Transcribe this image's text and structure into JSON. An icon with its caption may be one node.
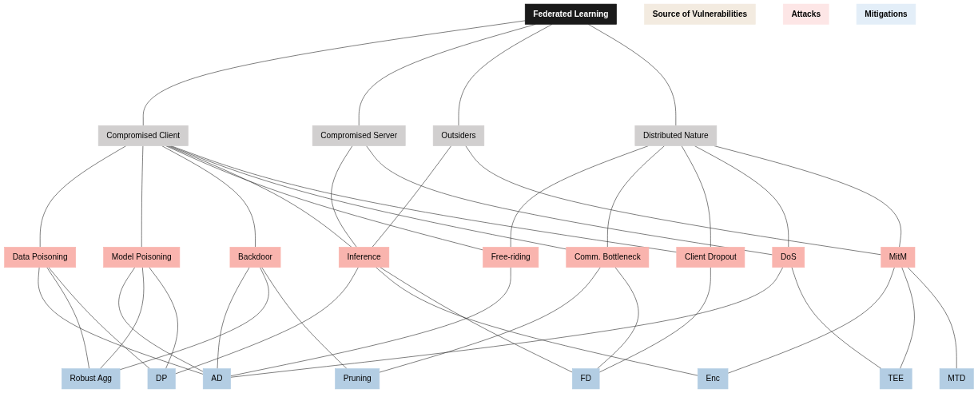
{
  "diagram": {
    "nodes": [
      {
        "text": [
          "Federated Learning"
        ]
      },
      {
        "text": [
          "Source of Vulnerabilities"
        ]
      },
      {
        "text": [
          "Compromised Client"
        ]
      },
      {
        "text": [
          "Compromised Server"
        ]
      },
      {
        "text": [
          "Outsiders"
        ]
      },
      {
        "text": [
          "Distributed Nature"
        ]
      },
      {
        "text": [
          "Attacks"
        ]
      },
      {
        "text": [
          "Data Poisoning"
        ]
      },
      {
        "text": [
          "Model Poisoning"
        ]
      },
      {
        "text": [
          "Backdoor"
        ]
      },
      {
        "text": [
          "Free-riding"
        ]
      },
      {
        "text": [
          "Inference"
        ]
      },
      {
        "text": [
          "Comm. Bottleneck"
        ]
      },
      {
        "text": [
          "Client Dropout"
        ]
      },
      {
        "text": [
          "DoS"
        ]
      },
      {
        "text": [
          "MitM"
        ]
      },
      {
        "text": [
          "Mitigations"
        ]
      },
      {
        "text": [
          "AD"
        ]
      },
      {
        "text": [
          "Robust Agg"
        ]
      },
      {
        "text": [
          "DP"
        ]
      },
      {
        "text": [
          "Pruning"
        ]
      },
      {
        "text": [
          "Enc"
        ]
      },
      {
        "text": [
          "FD"
        ]
      },
      {
        "text": [
          "TEE"
        ]
      },
      {
        "text": [
          "MTD"
        ]
      }
    ],
    "edges": [
      {
        "from": 0,
        "to": 2,
        "arrow": "none"
      },
      {
        "from": 0,
        "to": 3,
        "arrow": "none"
      },
      {
        "from": 0,
        "to": 4,
        "arrow": "none"
      },
      {
        "from": 0,
        "to": 5,
        "arrow": "none"
      },
      {
        "from": 2,
        "to": 7,
        "arrow": "none"
      },
      {
        "from": 2,
        "to": 8,
        "arrow": "none"
      },
      {
        "from": 2,
        "to": 9,
        "arrow": "none"
      },
      {
        "from": 2,
        "to": 10,
        "arrow": "none"
      },
      {
        "from": 2,
        "to": 11,
        "arrow": "none"
      },
      {
        "from": 2,
        "to": 12,
        "arrow": "none"
      },
      {
        "from": 2,
        "to": 13,
        "arrow": "none"
      },
      {
        "from": 3,
        "to": 11,
        "arrow": "none"
      },
      {
        "from": 3,
        "to": 14,
        "arrow": "none"
      },
      {
        "from": 4,
        "to": 11,
        "arrow": "none"
      },
      {
        "from": 4,
        "to": 15,
        "arrow": "none"
      },
      {
        "from": 5,
        "to": 10,
        "arrow": "none"
      },
      {
        "from": 5,
        "to": 12,
        "arrow": "none"
      },
      {
        "from": 5,
        "to": 13,
        "arrow": "none"
      },
      {
        "from": 5,
        "to": 14,
        "arrow": "none"
      },
      {
        "from": 5,
        "to": 15,
        "arrow": "none"
      },
      {
        "from": 7,
        "to": 17,
        "arrow": "none"
      },
      {
        "from": 7,
        "to": 18,
        "arrow": "none"
      },
      {
        "from": 7,
        "to": 19,
        "arrow": "none"
      },
      {
        "from": 8,
        "to": 17,
        "arrow": "none"
      },
      {
        "from": 8,
        "to": 18,
        "arrow": "none"
      },
      {
        "from": 8,
        "to": 19,
        "arrow": "none"
      },
      {
        "from": 9,
        "to": 17,
        "arrow": "none"
      },
      {
        "from": 9,
        "to": 18,
        "arrow": "none"
      },
      {
        "from": 9,
        "to": 20,
        "arrow": "none"
      },
      {
        "from": 10,
        "to": 17,
        "arrow": "none"
      },
      {
        "from": 11,
        "to": 19,
        "arrow": "none"
      },
      {
        "from": 11,
        "to": 21,
        "arrow": "none"
      },
      {
        "from": 11,
        "to": 22,
        "arrow": "none"
      },
      {
        "from": 12,
        "to": 20,
        "arrow": "none"
      },
      {
        "from": 12,
        "to": 22,
        "arrow": "none"
      },
      {
        "from": 13,
        "to": 22,
        "arrow": "none"
      },
      {
        "from": 14,
        "to": 17,
        "arrow": "none"
      },
      {
        "from": 14,
        "to": 23,
        "arrow": "none"
      },
      {
        "from": 15,
        "to": 21,
        "arrow": "none"
      },
      {
        "from": 15,
        "to": 23,
        "arrow": "none"
      },
      {
        "from": 15,
        "to": 24,
        "arrow": "none"
      }
    ]
  }
}
